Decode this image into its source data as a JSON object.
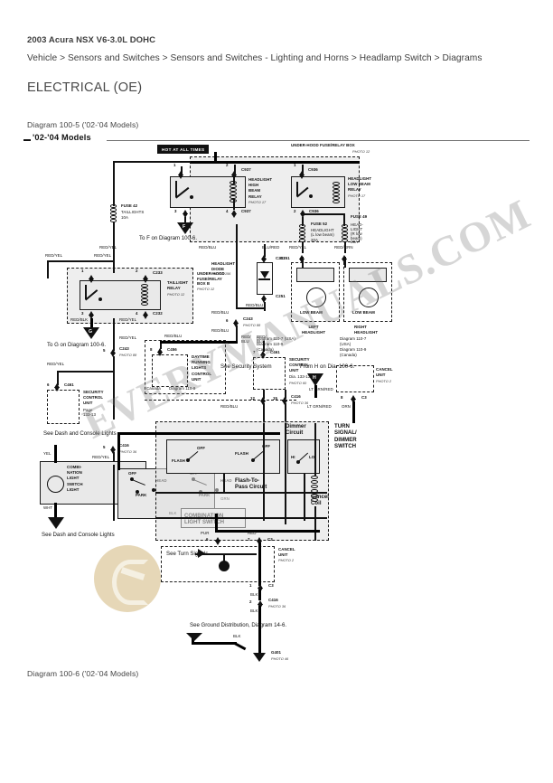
{
  "document": {
    "vehicle": "2003 Acura NSX V6-3.0L DOHC",
    "breadcrumb": "Vehicle > Sensors and Switches > Sensors and Switches - Lighting and Horns > Headlamp Switch > Diagrams",
    "section_title": "ELECTRICAL (OE)",
    "caption_top": "Diagram 100-5 ('02-'04 Models)",
    "caption_bottom": "Diagram 100-6 ('02-'04 Models)"
  },
  "watermark": {
    "text": "EVERYMANUALS.COM",
    "color": "#787878"
  },
  "diagram": {
    "model_title": "'02-'04 Models",
    "hot_label": "HOT AT ALL TIMES",
    "box_underhood": {
      "title": "UNDER-HOOD FUSE/RELAY BOX",
      "photo": "PHOTO 12"
    },
    "box_underhood_b": {
      "title": "UNDER-HOOD\nFUSE/RELAY\nBOX B",
      "photo": "PHOTO 12"
    },
    "relays": [
      {
        "name": "HEADLIGHT\nHIGH\nBEAM\nRELAY",
        "photo": "PHOTO 17",
        "conn_top": "C937",
        "conn_bottom": "C937",
        "pin_tl": "1",
        "pin_tr": "2",
        "pin_bl": "3",
        "pin_br": "4"
      },
      {
        "name": "HEADLIGHT\nLOW BEAM\nRELAY",
        "photo": "PHOTO 17",
        "conn_top": "C936",
        "conn_bottom": "C936",
        "pin_tl": "1",
        "pin_tr": "3",
        "pin_bl": "2",
        "pin_br": "4"
      },
      {
        "name": "TAILLIGHT\nRELAY",
        "photo": "PHOTO 12",
        "conn_top": "C233",
        "conn_bottom": "C232",
        "pin_tl": "1",
        "pin_tr": "2",
        "pin_bl": "3",
        "pin_br": "4"
      }
    ],
    "fuses": [
      {
        "id": "FUSE 42",
        "desc": "TAILLIGHTS",
        "rating": "10A"
      },
      {
        "id": "FUSE 52",
        "desc": "HEADLIGHT\n(L low beam)",
        "rating": "20A"
      },
      {
        "id": "FUSE 49",
        "desc": "HEAD-\nLIGHT\n(R low\nbeam)",
        "rating": "20A"
      }
    ],
    "headlights": [
      {
        "label": "LOW BEAM",
        "side": "LEFT\nHEADLIGHT",
        "refs": "Diagram 110-7 (USA)\nDiagram 110-9\n(Canada)"
      },
      {
        "label": "LOW BEAM",
        "side": "RIGHT\nHEADLIGHT",
        "refs": "Diagram 110-7\n(USA)\nDiagram 110-9\n(Canada)"
      }
    ],
    "components": [
      {
        "name": "HEADLIGHT\nDIODE",
        "photo": "PHOTO 156",
        "conn_top": "C251",
        "conn_bottom": "C251"
      },
      {
        "name": "DAYTIME\nRUNNING\nLIGHTS\nCONTROL\nUNIT",
        "ref": "Diagram 110-9",
        "note": "Canada",
        "conn": "C456",
        "pin": "8"
      },
      {
        "name": "SECURITY\nCONTROL\nUNIT",
        "ref": "Dia. 133-13",
        "photo": "PHOTO 60",
        "conn": "C461",
        "pin": "7"
      },
      {
        "name": "SECURITY\nCONTROL\nUNIT",
        "ref": "Page\n133-13",
        "conn": "C461",
        "pin": "6"
      },
      {
        "name": "CANCEL\nUNIT",
        "photo": "PHOTO 2",
        "conn": "C3",
        "pin": "8"
      },
      {
        "name": "CANCEL\nUNIT",
        "photo": "PHOTO 2",
        "conn_top": "C3",
        "conn_bottom": "C3",
        "pin": "1"
      }
    ],
    "switches": [
      {
        "name": "COMBI-\nNATION\nLIGHT\nSWITCH\nLIGHT"
      },
      {
        "name": "COMBINATION\nLIGHT SWITCH",
        "positions": [
          "OFF",
          "HEAD",
          "PARK"
        ]
      },
      {
        "name": "TURN\nSIGNAL/\nDIMMER\nSWITCH"
      },
      {
        "name": "Flash-To-\nPass Circuit",
        "positions": [
          "FLASH",
          "OFF"
        ]
      },
      {
        "name": "Dimmer\nCircuit",
        "positions": [
          "HI",
          "LO"
        ]
      },
      {
        "name": "Cancel\nCoil"
      }
    ],
    "connectors": [
      {
        "id": "C243",
        "photo": "PHOTO 88",
        "pin": "6"
      },
      {
        "id": "C243",
        "photo": "PHOTO 88",
        "pin": "5"
      },
      {
        "id": "C416",
        "photo": "PHOTO 36",
        "pin": "5"
      },
      {
        "id": "C416",
        "photo": "PHOTO 36",
        "pin": "15"
      },
      {
        "id": "C416",
        "photo": "PHOTO 36",
        "pin": "2"
      },
      {
        "id": "C251"
      },
      {
        "id": "G401",
        "photo": "PHOTO 46"
      }
    ],
    "wire_labels": [
      "RED/YEL",
      "RED/YEL",
      "RED/BLU",
      "RED/BLU",
      "RED/BLU",
      "BLU/RED",
      "RED/BLK",
      "RED/YEL",
      "RED/YEL",
      "RED/GRN",
      "RED/BLU",
      "RED/YEL",
      "RED/BLU",
      "RED/\nBLU",
      "RED/\nBLU",
      "RED/BLU",
      "LT GRN/RED",
      "LT GRN/RED",
      "RED/BLU",
      "ORN",
      "YEL",
      "WHT",
      "BLK",
      "GRN",
      "BLU",
      "RED",
      "PUR",
      "BLK",
      "BLK",
      "BLK",
      "RED/BLU"
    ],
    "notes": [
      "To F on Diagram 100-6.",
      "To G on Diagram 100-6.",
      "From H on Dia. 100-6.",
      "See Dash and Console Lights",
      "See Dash and Console Lights",
      "See Security System",
      "See Turn Signals",
      "See Ground Distribution, Diagram 14-6.",
      "Canada"
    ],
    "markers": [
      "F",
      "G",
      "H"
    ]
  }
}
